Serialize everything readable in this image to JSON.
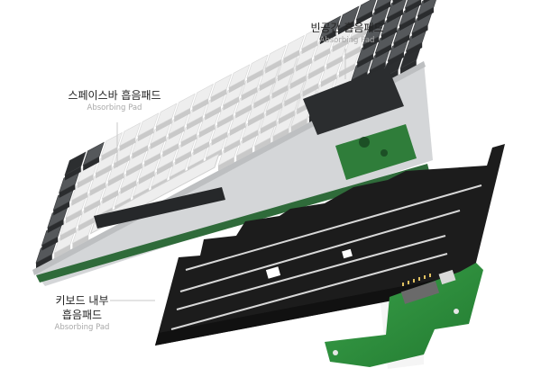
{
  "labels": {
    "spacebar_pad": {
      "title": "스페이스바 흡음패드",
      "subtitle": "Absorbing Pad"
    },
    "empty_space_pad": {
      "title": "빈공간 흡음패드",
      "subtitle": "Absorbing Pad"
    },
    "keyboard_inner_pad": {
      "title_line1": "키보드 내부",
      "title_line2": "흡음패드",
      "subtitle": "Absorbing Pad"
    }
  },
  "colors": {
    "background": "#ffffff",
    "key_white": "#eeeeee",
    "key_gray": "#55585b",
    "key_dark": "#2c2e30",
    "felt": "#1e1e1e",
    "pcb_green": "#2e8f3e",
    "label_text": "#222222",
    "label_sub": "#a8a8a8"
  }
}
